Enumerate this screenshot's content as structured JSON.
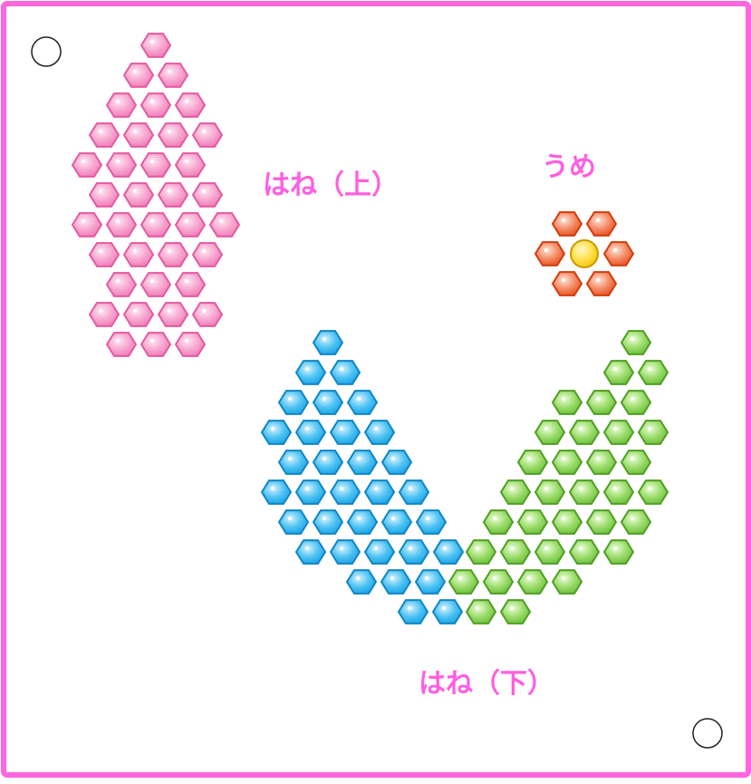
{
  "labels": {
    "upper_wing": "はね（上）",
    "plum": "うめ",
    "lower_wing": "はね（下）"
  },
  "colors": {
    "frame": "#ff66dd",
    "pink_bead": "#f07ab8",
    "blue_bead": "#1aa3e6",
    "green_bead": "#6bbf3a",
    "red_bead": "#e8501e",
    "yellow_bead": "#f2c400",
    "label": "#ff5fe0"
  },
  "icons": {
    "hole_top_left": "circle-hole-icon",
    "hole_bottom_right": "circle-hole-icon"
  }
}
